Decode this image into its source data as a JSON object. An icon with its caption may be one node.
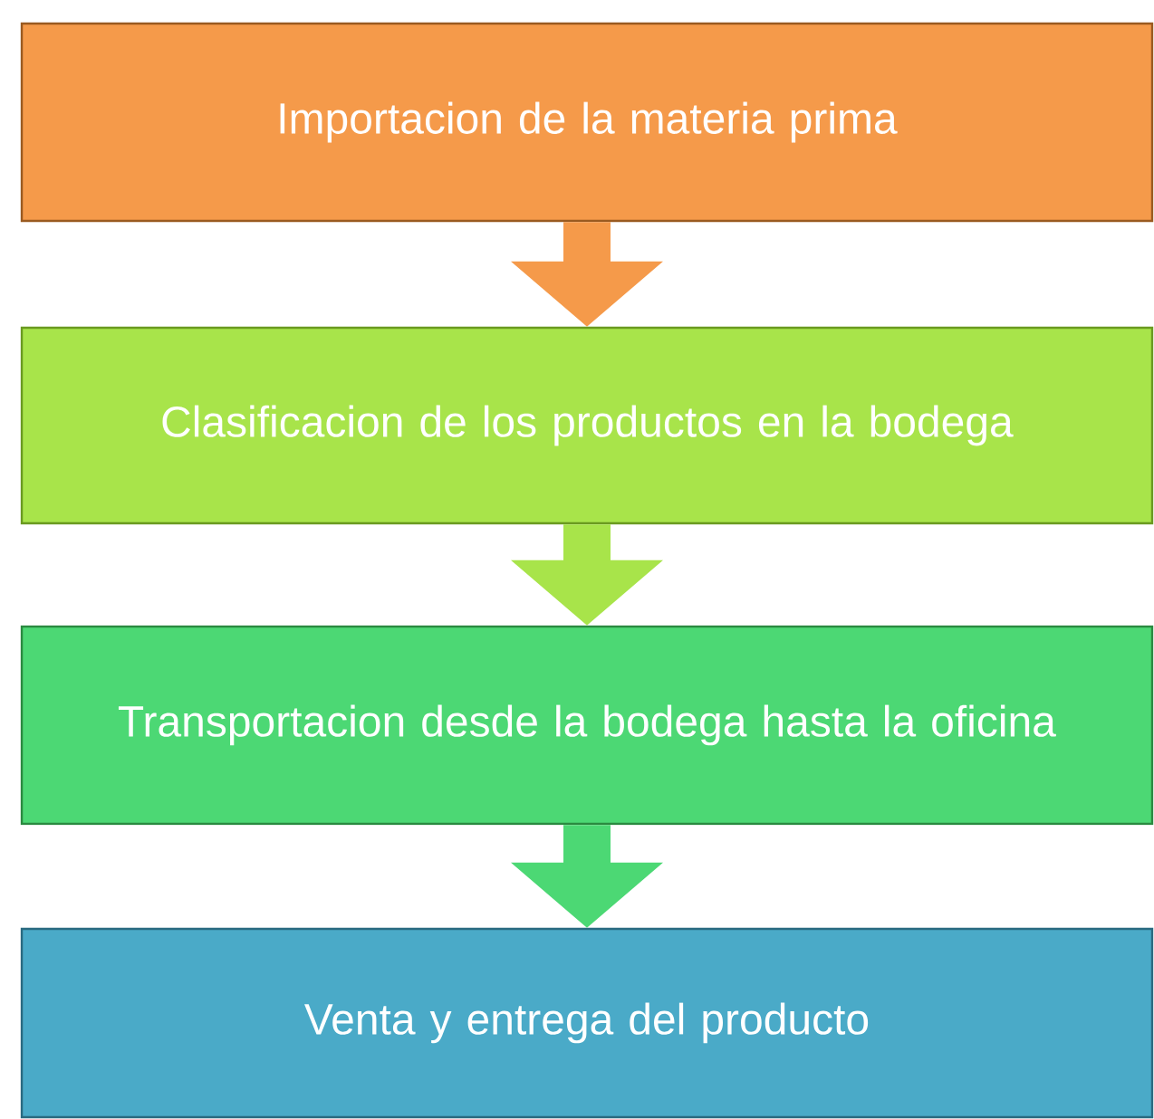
{
  "diagram": {
    "nodes": [
      {
        "text": [
          "Importacion de la materia prima"
        ]
      },
      {
        "text": [
          "Clasificacion de los productos en la bodega"
        ]
      },
      {
        "text": [
          "Transportacion desde la bodega hasta la oficina"
        ]
      },
      {
        "text": [
          "Venta y entrega del producto"
        ]
      }
    ],
    "edges": [
      {
        "from": 0,
        "to": 1,
        "arrow": "to",
        "color": "#f59a4a"
      },
      {
        "from": 1,
        "to": 2,
        "arrow": "to",
        "color": "#a8e44a"
      },
      {
        "from": 2,
        "to": 3,
        "arrow": "to",
        "color": "#4cd874"
      }
    ]
  }
}
